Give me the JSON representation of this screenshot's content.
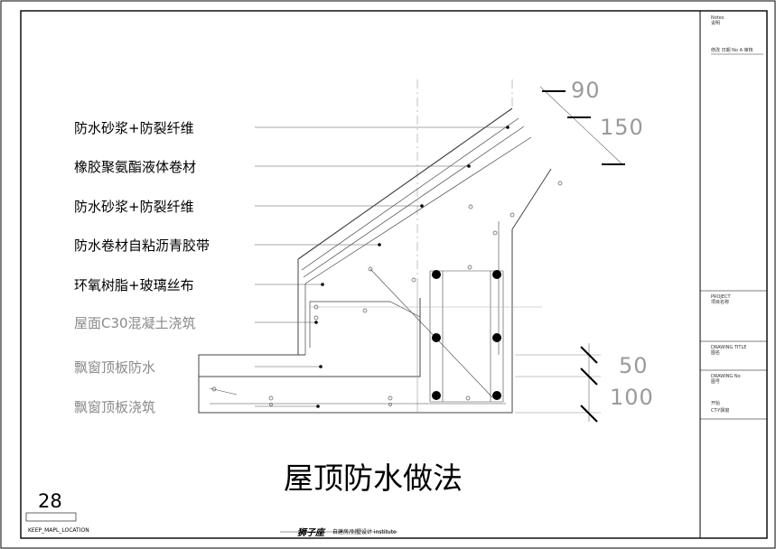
{
  "labels": [
    {
      "text": "防水砂浆+防裂纤维",
      "color": "#000000"
    },
    {
      "text": "橡胶聚氨酯液体卷材",
      "color": "#000000"
    },
    {
      "text": "防水砂浆+防裂纤维",
      "color": "#000000"
    },
    {
      "text": "防水卷材自粘沥青胶带",
      "color": "#000000"
    },
    {
      "text": "环氧树脂+玻璃丝布",
      "color": "#000000"
    },
    {
      "text": "屋面C30混凝土浇筑",
      "color": "#8a8a8a"
    },
    {
      "text": "飘窗顶板防水",
      "color": "#8a8a8a"
    },
    {
      "text": "飘窗顶板浇筑",
      "color": "#8a8a8a"
    }
  ],
  "dimensions": {
    "d1": "90",
    "d2": "150",
    "d3": "50",
    "d4": "100"
  },
  "title": "屋顶防水做法",
  "page_number": "28",
  "title_block": {
    "notes_en": "Notes",
    "notes_cn": "说明",
    "rev_row": "修改  日期  No  A  审核",
    "project_en": "PROJECT",
    "project_cn": "项目名称",
    "drawing_title_en": "DRAWING TITLE",
    "drawing_title_cn": "图名",
    "drawing_no_en": "DRAWING No",
    "drawing_no_cn": "图号",
    "foot_a": "开始",
    "foot_b": "CT-Y飘窗"
  },
  "footer": {
    "key_plan": "KEEP_MAPL_LOCATION",
    "brand": "狮子座",
    "institute": "自建房/别墅设计 institute"
  }
}
